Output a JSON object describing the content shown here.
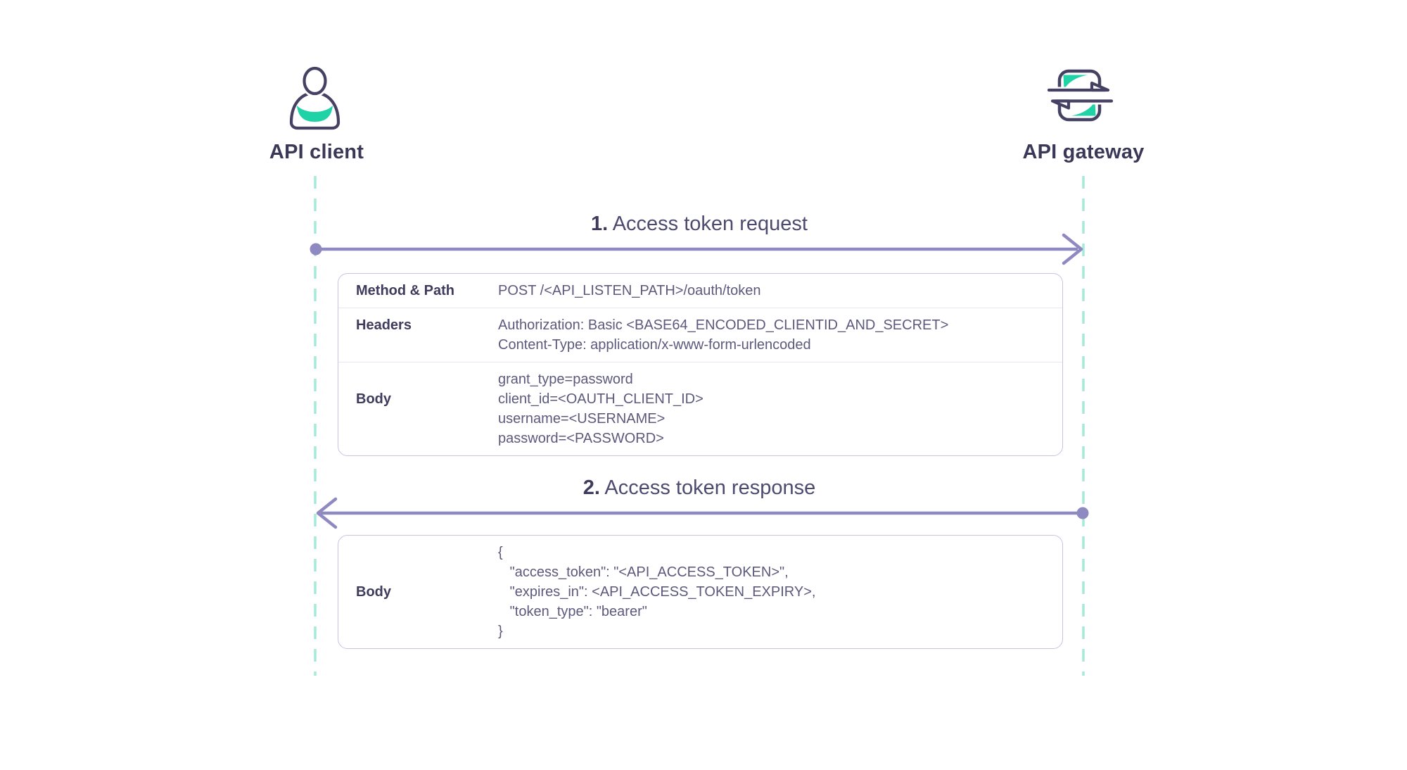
{
  "palette": {
    "ink": "#454163",
    "heading": "#3b3857",
    "arrow": "#8f89c2",
    "lifeline": "#a6e9da",
    "teal": "#1fd3a6",
    "tbl-border": "#c8c3e3",
    "divider": "#e8e6f3",
    "label": "#3e3b5c",
    "value": "#5c597c",
    "msg-num": "#3e3b5e",
    "msg-text": "#4d4a70"
  },
  "diagram": {
    "actors": [
      {
        "name": "API client",
        "icon": "user-icon"
      },
      {
        "name": "API gateway",
        "icon": "gateway-swap-icon"
      }
    ],
    "messages": [
      {
        "number": "1.",
        "label": " Access token request",
        "direction": "client-to-gateway"
      },
      {
        "number": "2.",
        "label": " Access token response",
        "direction": "gateway-to-client"
      }
    ],
    "tables": [
      {
        "rows": [
          {
            "label": "Method & Path",
            "lines": [
              "POST /<API_LISTEN_PATH>/oauth/token"
            ]
          },
          {
            "label": "Headers",
            "lines": [
              "Authorization: Basic <BASE64_ENCODED_CLIENTID_AND_SECRET>",
              "Content-Type: application/x-www-form-urlencoded"
            ]
          },
          {
            "label": "Body",
            "lines": [
              "grant_type=password",
              "client_id=<OAUTH_CLIENT_ID>",
              "username=<USERNAME>",
              "password=<PASSWORD>"
            ]
          }
        ]
      },
      {
        "rows": [
          {
            "label": "Body",
            "lines": [
              "{",
              "   \"access_token\": \"<API_ACCESS_TOKEN>\",",
              "   \"expires_in\": <API_ACCESS_TOKEN_EXPIRY>,",
              "   \"token_type\": \"bearer\"",
              "}"
            ]
          }
        ]
      }
    ]
  }
}
